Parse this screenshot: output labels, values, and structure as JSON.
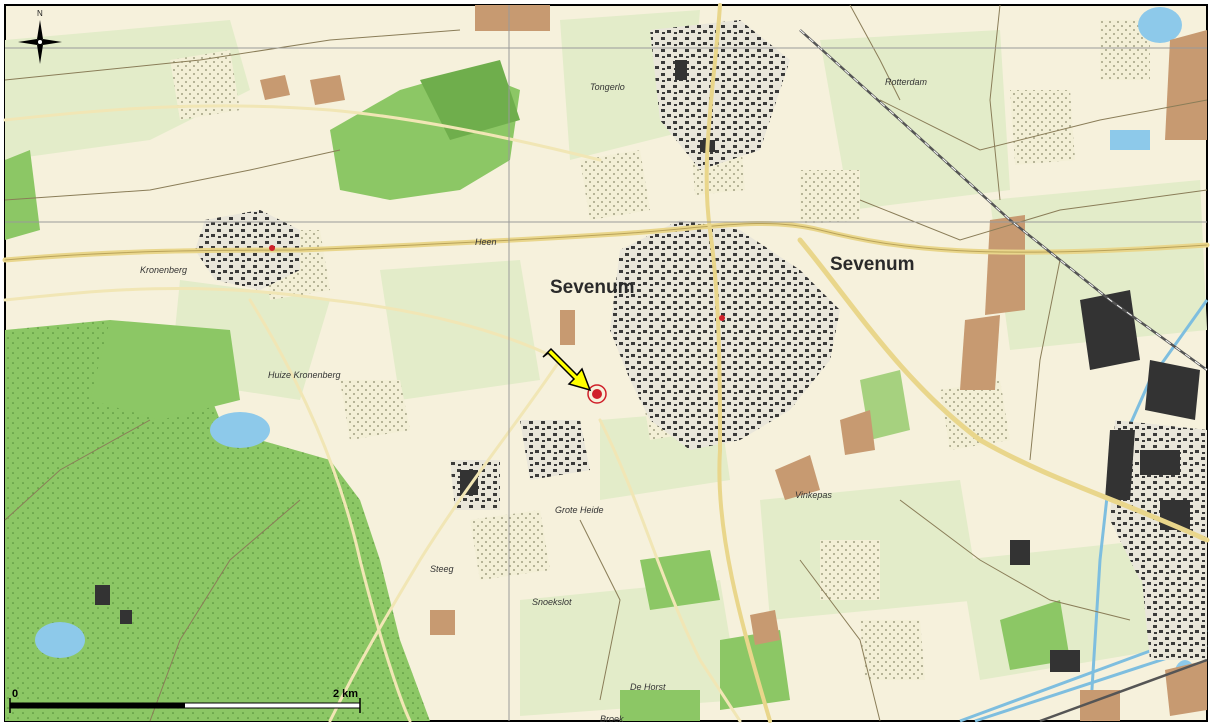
{
  "map": {
    "compass": {
      "north_label": "N",
      "icon": "compass-rose-icon"
    },
    "places": {
      "town_center": "Sevenum",
      "town_east": "Sevenum",
      "village_west": "Kronenberg",
      "tongerlo": "Tongerlo",
      "heen": "Heen",
      "grote_heide": "Grote Heide",
      "de_horst": "De Horst",
      "steeg": "Steeg",
      "vinkepas": "Vinkepas",
      "snoekslot": "Snoekslot",
      "broek": "Broek",
      "rotterdam": "Rotterdam",
      "huize": "Huize Kronenberg"
    },
    "scale_bar": {
      "start_label": "0",
      "end_label": "2 km"
    },
    "marker": {
      "icon": "yellow-arrow-icon",
      "color": "#ffff00",
      "site_color": "#d0202a"
    },
    "colors": {
      "background": "#f6f1dc",
      "forest": "#8cc765",
      "forest_dark": "#6fae4c",
      "meadow": "#e3ecc9",
      "urban": "#3a3a3a",
      "field_brown": "#c79a71",
      "water": "#8dc9ea",
      "road": "#e9d68b",
      "rail": "#555555"
    }
  }
}
